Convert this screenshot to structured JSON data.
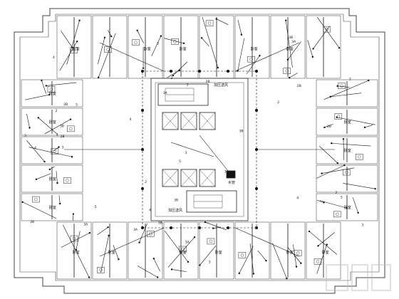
{
  "diagram": {
    "core_labels": [
      "加压送风",
      "加压送风"
    ],
    "cabinet_label": "水管",
    "room_label": "卧室",
    "circuit_marks": [
      "3",
      "2",
      "4",
      "5",
      "2B",
      "3B",
      "3A"
    ]
  },
  "colors": {
    "line": "#111111",
    "background": "#ffffff",
    "frame": "#444444",
    "watermark": "#bbbbbb"
  }
}
